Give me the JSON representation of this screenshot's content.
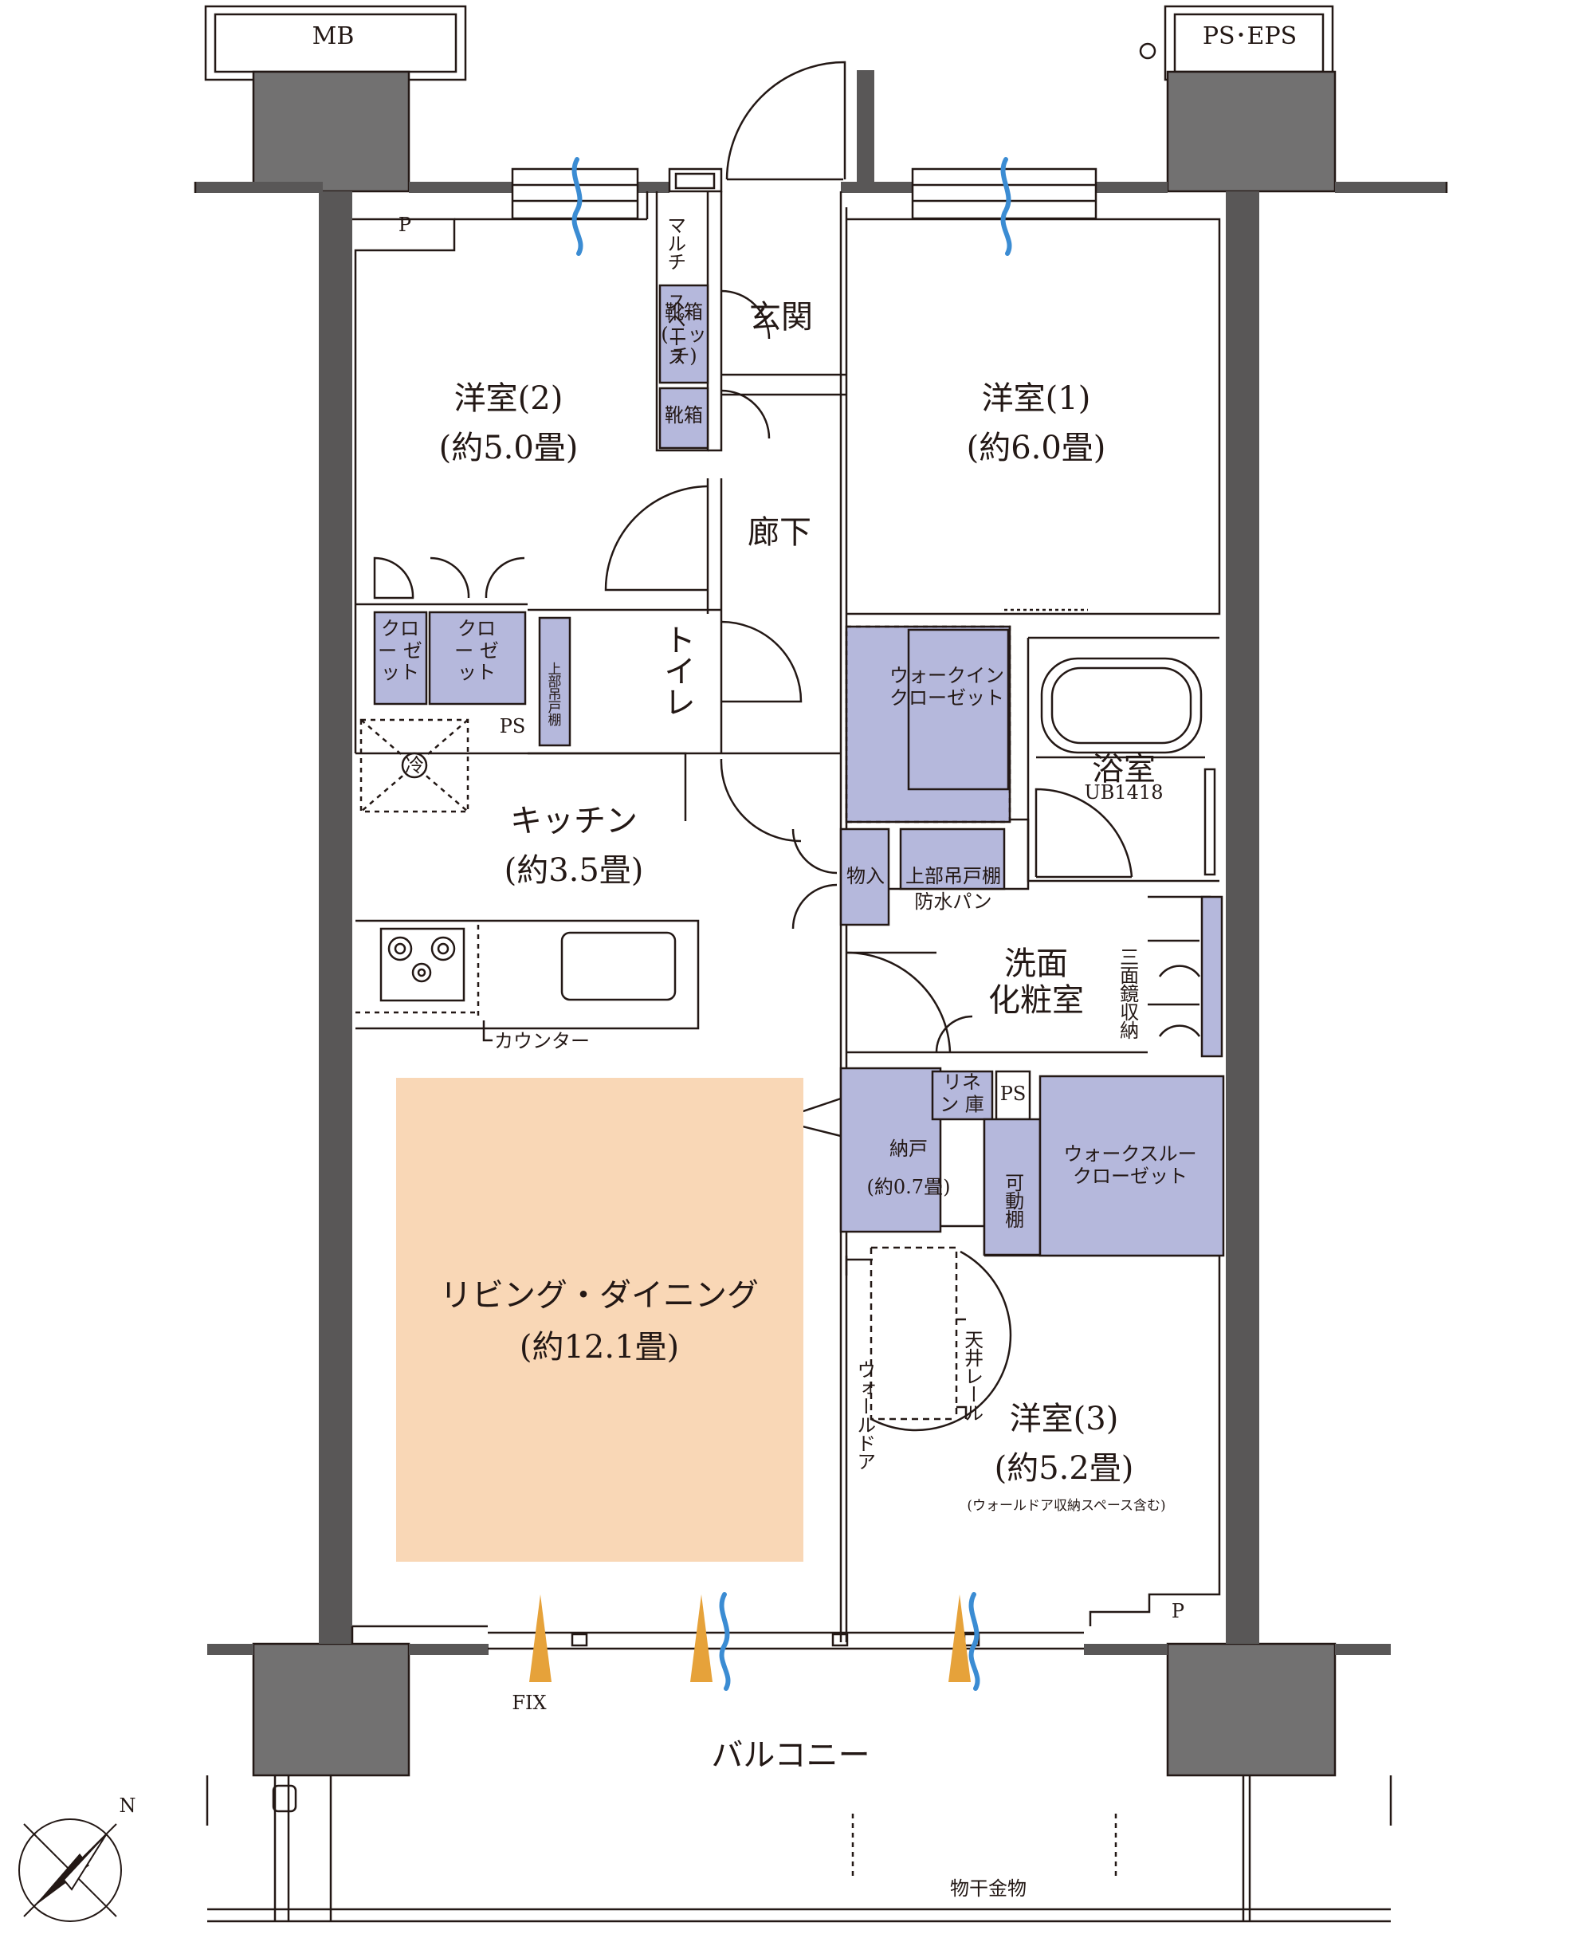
{
  "colors": {
    "wall": "#595757",
    "column": "#727171",
    "storage": "#b5b8dc",
    "living": "#f9d7b6",
    "line": "#231815",
    "breeze": "#3b8cd3",
    "light": "#e6a23a"
  },
  "labels": {
    "mb": "MB",
    "ps_eps": "PS･EPS",
    "p_top": "P",
    "p_bottom": "P",
    "multi_space": "マルチ スペース",
    "shoe_box_niche": "靴箱 (ニッチ)",
    "shoe_box": "靴箱",
    "entrance": "玄関",
    "hallway": "廊下",
    "toilet": "トイレ",
    "upper_cabinet_toilet": "上部吊戸棚",
    "ps_toilet": "PS",
    "closet_small": "クロー ゼット",
    "closet": "クロー ゼット",
    "walk_in_closet": "ウォークイン クローゼット",
    "bath": "浴室",
    "bath_unit": "UB1418",
    "storage": "物入",
    "upper_cabinet": "上部吊戸棚",
    "waterproof_pan": "防水パン",
    "washroom": "洗面 化粧室",
    "triple_mirror": "三面鏡収納",
    "linen": "リネン 庫",
    "ps_linen": "PS",
    "fridge": "冷",
    "counter": "カウンター",
    "nando": "納戸",
    "nando_size": "(約0.7畳)",
    "movable_shelf": "可動棚",
    "walk_through_closet": "ウォークスルー クローゼット",
    "ceiling_rail": "天井レール",
    "wall_door": "ウォールドア",
    "fix": "FIX",
    "balcony": "バルコニー",
    "laundry_hardware": "物干金物",
    "north": "N"
  },
  "rooms": {
    "western2_name": "洋室(2)",
    "western2_size": "(約5.0畳)",
    "western1_name": "洋室(1)",
    "western1_size": "(約6.0畳)",
    "kitchen_name": "キッチン",
    "kitchen_size": "(約3.5畳)",
    "living_name": "リビング・ダイニング",
    "living_size": "(約12.1畳)",
    "western3_name": "洋室(3)",
    "western3_size": "(約5.2畳)",
    "western3_note": "(ウォールドア収納スペース含む)"
  }
}
